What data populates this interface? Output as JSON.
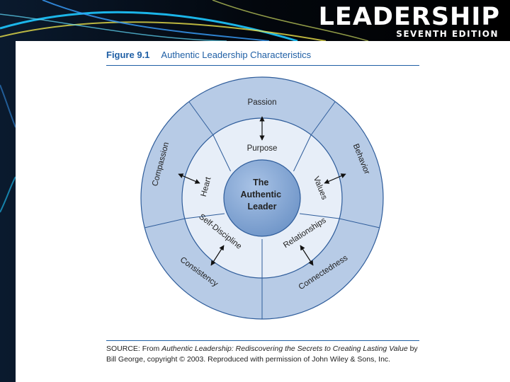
{
  "header": {
    "title": "LEADERSHIP",
    "subtitle": "SEVENTH EDITION"
  },
  "figure": {
    "number": "Figure 9.1",
    "title": "Authentic Leadership Characteristics"
  },
  "diagram": {
    "center": [
      "The",
      "Authentic",
      "Leader"
    ],
    "inner_ring": [
      "Purpose",
      "Values",
      "Relationships",
      "Self-Discipline",
      "Heart"
    ],
    "outer_ring": [
      "Passion",
      "Behavior",
      "Connectedness",
      "Consistency",
      "Compassion"
    ]
  },
  "source": {
    "prefix": "SOURCE: From ",
    "book": "Authentic Leadership: Rediscovering the Secrets to Creating Lasting Value",
    "suffix": " by Bill George, copyright © 2003. Reproduced with permission of John Wiley & Sons, Inc."
  },
  "colors": {
    "outer_ring": "#b7cbe6",
    "inner_ring": "#e7eef8",
    "center": "#7fa3d3",
    "lines": "#2e5c9a",
    "accent": "#1f5fa5"
  }
}
